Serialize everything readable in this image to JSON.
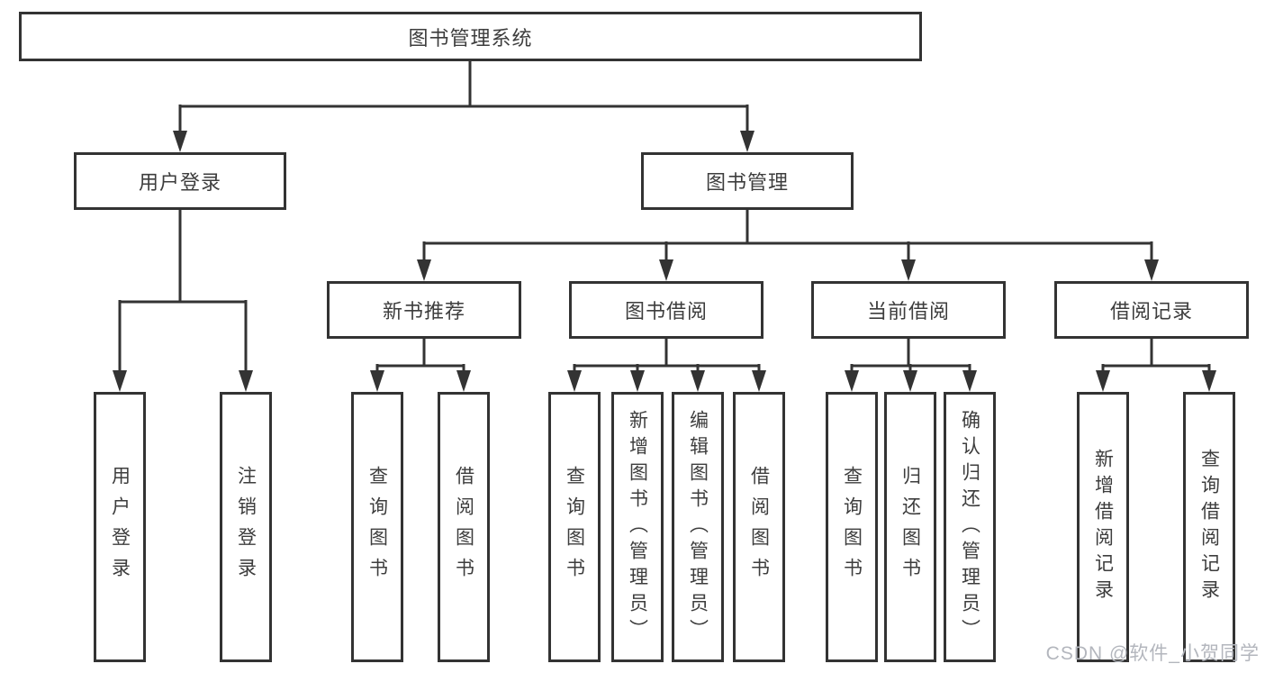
{
  "root": {
    "label": "图书管理系统"
  },
  "branches": [
    {
      "label": "用户登录",
      "children": [
        "用户登录",
        "注销登录"
      ]
    },
    {
      "label": "图书管理",
      "sections": [
        {
          "label": "新书推荐",
          "children": [
            "查询图书",
            "借阅图书"
          ]
        },
        {
          "label": "图书借阅",
          "children": [
            "查询图书",
            "新增图书（管理员）",
            "编辑图书（管理员）",
            "借阅图书"
          ]
        },
        {
          "label": "当前借阅",
          "children": [
            "查询图书",
            "归还图书",
            "确认归还（管理员）"
          ]
        },
        {
          "label": "借阅记录",
          "children": [
            "新增借阅记录",
            "查询借阅记录"
          ]
        }
      ]
    }
  ],
  "watermark": {
    "text": "CSDN @软件_小贺同学"
  },
  "colors": {
    "line": "#333333",
    "text": "#3d3d3d",
    "watermark": "#b3b6bd",
    "background": "#ffffff"
  }
}
